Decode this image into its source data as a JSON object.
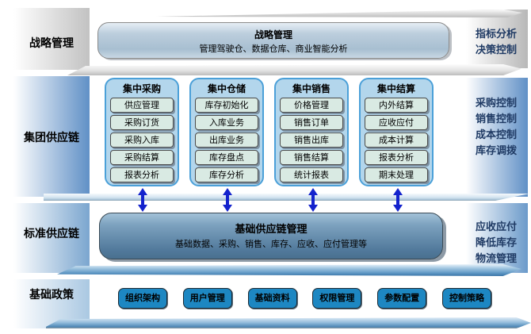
{
  "rows": {
    "strategy_label": "战略管理",
    "group_label": "集团供应链",
    "standard_label": "标准供应链",
    "policy_label": "基础政策"
  },
  "strategy_box": {
    "title": "战略管理",
    "subtitle": "管理驾驶仓、数据仓库、商业智能分析"
  },
  "columns": [
    {
      "title": "集中采购",
      "items": [
        "供应管理",
        "采购订货",
        "采购入库",
        "采购结算",
        "报表分析"
      ]
    },
    {
      "title": "集中仓储",
      "items": [
        "库存初始化",
        "入库业务",
        "出库业务",
        "库存盘点",
        "库存分析"
      ]
    },
    {
      "title": "集中销售",
      "items": [
        "价格管理",
        "销售订单",
        "销售出库",
        "销售结算",
        "统计报表"
      ]
    },
    {
      "title": "集中结算",
      "items": [
        "内外结算",
        "应收应付",
        "成本计算",
        "报表分析",
        "期末处理"
      ]
    }
  ],
  "base_box": {
    "title": "基础供应链管理",
    "subtitle": "基础数据、采购、销售、库存、应收、应付管理等"
  },
  "policy_buttons": [
    "组织架构",
    "用户管理",
    "基础资料",
    "权限管理",
    "参数配置",
    "控制策略"
  ],
  "side_notes": [
    {
      "lines": [
        "指标分析",
        "决策控制"
      ]
    },
    {
      "lines": [
        "采购控制",
        "销售控制",
        "成本控制",
        "库存调拨"
      ]
    },
    {
      "lines": [
        "应收应付",
        "降低库存",
        "物流管理"
      ]
    }
  ],
  "colors": {
    "arrow": "#1423cd",
    "column_fill": "#b3d6ec",
    "column_border": "#4ba0d8",
    "chip_fill": "#d9eae3",
    "button_fill": "#1d87c2",
    "base_box_top": "#a3c2d8",
    "base_box_bottom": "#49708f",
    "side_note_text": "#1f3a64"
  }
}
